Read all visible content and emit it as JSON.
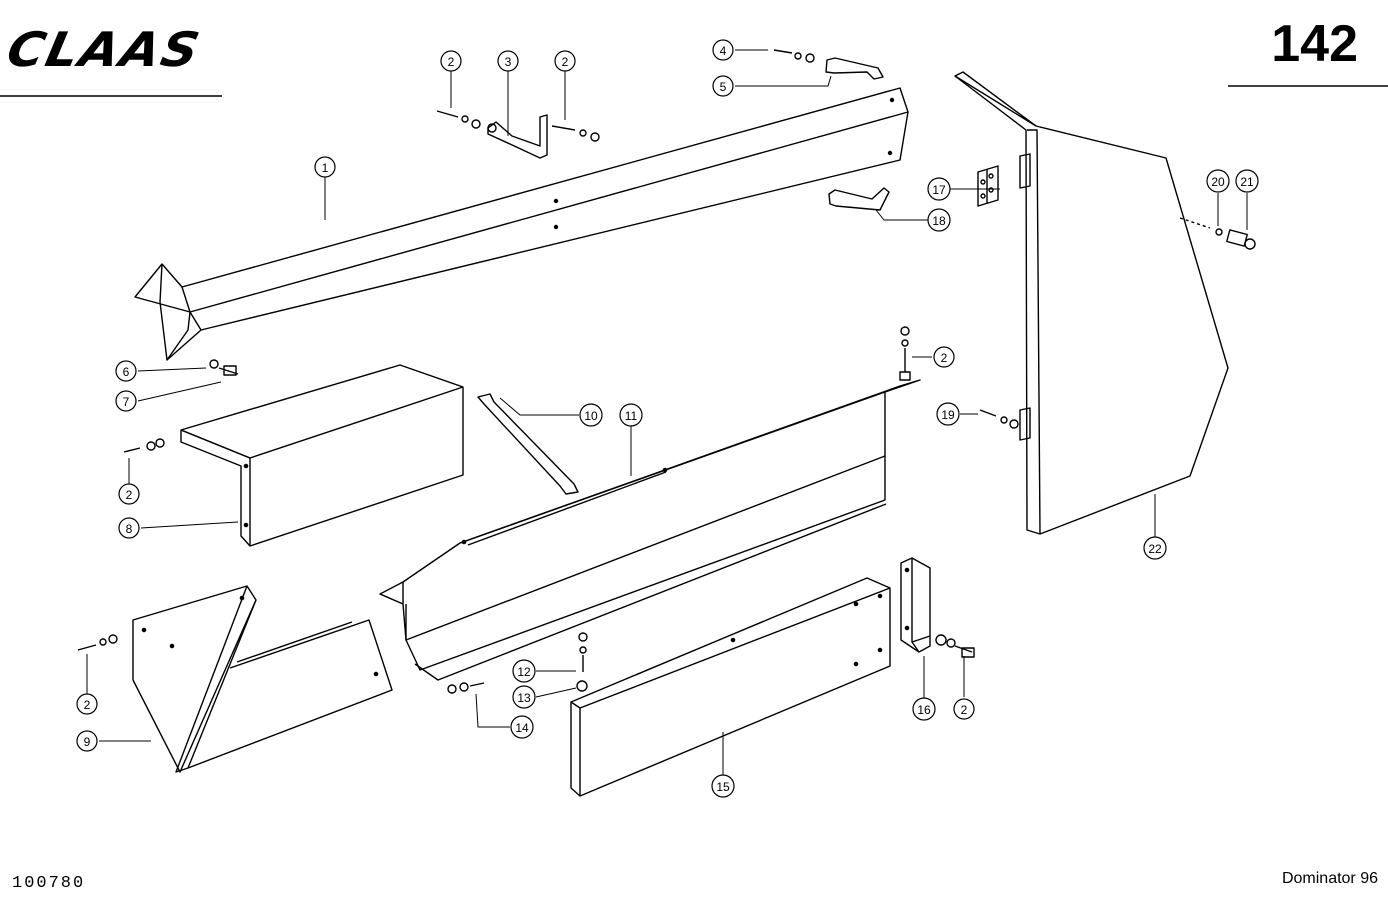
{
  "brand": {
    "logo_text": "CLAAS"
  },
  "page_number": "142",
  "footer": {
    "drawing_number": "100780",
    "model": "Dominator 96"
  },
  "callouts": [
    {
      "num": "1"
    },
    {
      "num": "2"
    },
    {
      "num": "3"
    },
    {
      "num": "2"
    },
    {
      "num": "4"
    },
    {
      "num": "5"
    },
    {
      "num": "6"
    },
    {
      "num": "7"
    },
    {
      "num": "2"
    },
    {
      "num": "8"
    },
    {
      "num": "10"
    },
    {
      "num": "11"
    },
    {
      "num": "2"
    },
    {
      "num": "9"
    },
    {
      "num": "12"
    },
    {
      "num": "13"
    },
    {
      "num": "14"
    },
    {
      "num": "15"
    },
    {
      "num": "16"
    },
    {
      "num": "2"
    },
    {
      "num": "17"
    },
    {
      "num": "18"
    },
    {
      "num": "19"
    },
    {
      "num": "20"
    },
    {
      "num": "21"
    },
    {
      "num": "22"
    },
    {
      "num": "2"
    }
  ]
}
